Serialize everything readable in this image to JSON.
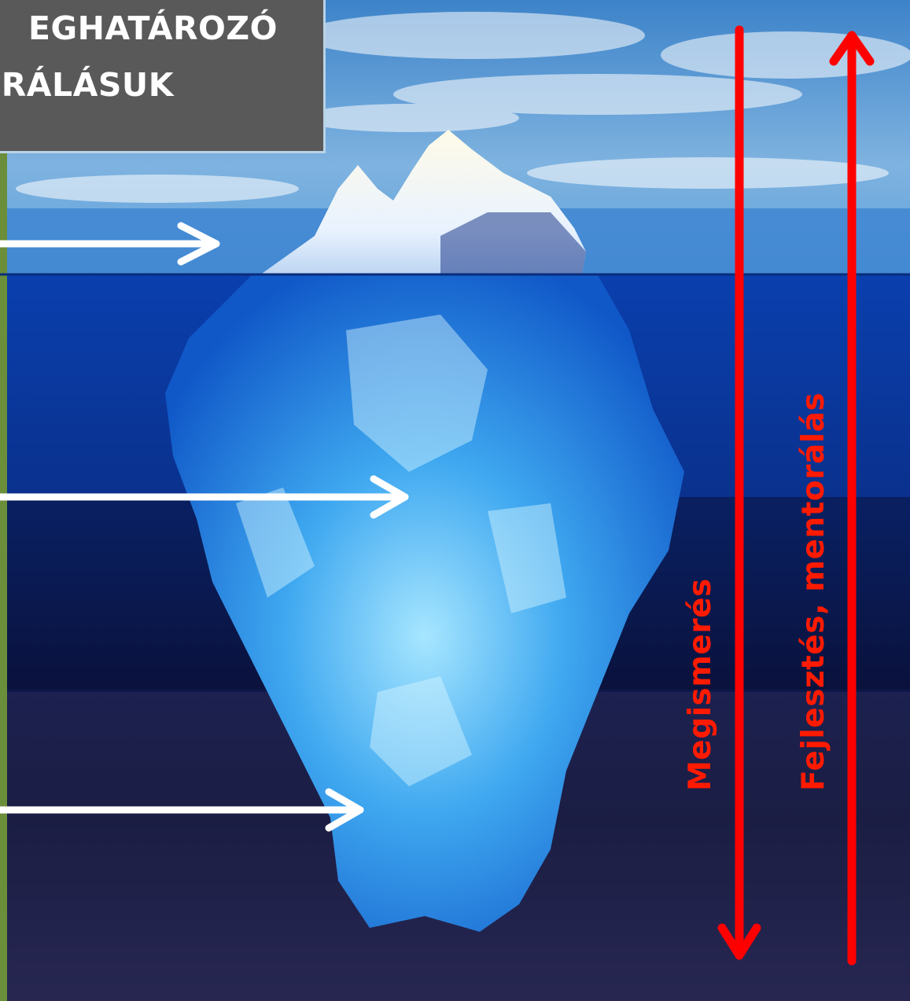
{
  "title": {
    "line1": "EGHATÁROZÓ",
    "line2": "RÁLÁSUK"
  },
  "arrows": {
    "down_label": "Megismerés",
    "up_label": "Fejlesztés, mentorálás",
    "arrow_color": "#ff0000",
    "pointer_color": "#ffffff"
  },
  "colors": {
    "title_box": "#595959",
    "sky": "#4a8fd0",
    "water": "#0b3ea8",
    "deep_water": "#1a1b48",
    "side_bar": "#6b8e3a"
  }
}
